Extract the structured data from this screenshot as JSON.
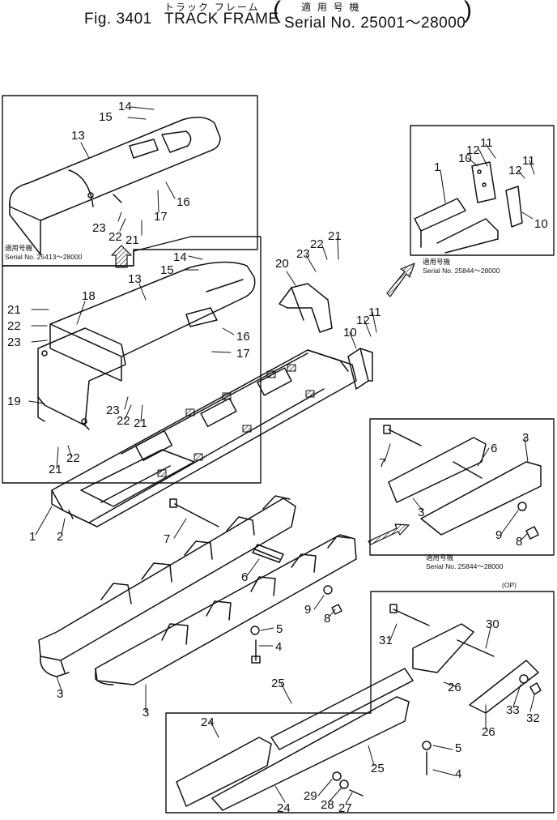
{
  "header": {
    "fig_label": "Fig. 3401",
    "title_en": "TRACK FRAME",
    "title_kana": "トラック フレーム",
    "serial_kana": "適 用 号 機",
    "serial_range": "Serial No. 25001～28000"
  },
  "notes": {
    "serial_kana": "適用号機",
    "inset_top_left": "Serial No. 25413～28000",
    "inset_top_right": "Serial No. 25844～28000",
    "inset_mid_right": "Serial No. 25844～28000",
    "op_label": "(OP)"
  },
  "parts": [
    {
      "id": "c14a",
      "label": "14"
    },
    {
      "id": "c15a",
      "label": "15"
    },
    {
      "id": "c13a",
      "label": "13"
    },
    {
      "id": "c16a",
      "label": "16"
    },
    {
      "id": "c17a",
      "label": "17"
    },
    {
      "id": "c23a",
      "label": "23"
    },
    {
      "id": "c22a",
      "label": "22"
    },
    {
      "id": "c21a",
      "label": "21"
    },
    {
      "id": "c14b",
      "label": "14"
    },
    {
      "id": "c15b",
      "label": "15"
    },
    {
      "id": "c13b",
      "label": "13"
    },
    {
      "id": "c18",
      "label": "18"
    },
    {
      "id": "c21b",
      "label": "21"
    },
    {
      "id": "c22b",
      "label": "22"
    },
    {
      "id": "c23b",
      "label": "23"
    },
    {
      "id": "c16b",
      "label": "16"
    },
    {
      "id": "c17b",
      "label": "17"
    },
    {
      "id": "c19",
      "label": "19"
    },
    {
      "id": "c23c",
      "label": "23"
    },
    {
      "id": "c22c",
      "label": "22"
    },
    {
      "id": "c21c",
      "label": "21"
    },
    {
      "id": "c22d",
      "label": "22"
    },
    {
      "id": "c21d",
      "label": "21"
    },
    {
      "id": "c20",
      "label": "20"
    },
    {
      "id": "c23d",
      "label": "23"
    },
    {
      "id": "c22e",
      "label": "22"
    },
    {
      "id": "c21e",
      "label": "21"
    },
    {
      "id": "c10a",
      "label": "10"
    },
    {
      "id": "c12a",
      "label": "12"
    },
    {
      "id": "c11a",
      "label": "11"
    },
    {
      "id": "c1a",
      "label": "1"
    },
    {
      "id": "c10b",
      "label": "10"
    },
    {
      "id": "c12b",
      "label": "12"
    },
    {
      "id": "c11b",
      "label": "11"
    },
    {
      "id": "c12c",
      "label": "12"
    },
    {
      "id": "c11c",
      "label": "11"
    },
    {
      "id": "c10c",
      "label": "10"
    },
    {
      "id": "c1b",
      "label": "1"
    },
    {
      "id": "c2",
      "label": "2"
    },
    {
      "id": "c7a",
      "label": "7"
    },
    {
      "id": "c6a",
      "label": "6"
    },
    {
      "id": "c9a",
      "label": "9"
    },
    {
      "id": "c8a",
      "label": "8"
    },
    {
      "id": "c5a",
      "label": "5"
    },
    {
      "id": "c4a",
      "label": "4"
    },
    {
      "id": "c3a",
      "label": "3"
    },
    {
      "id": "c3b",
      "label": "3"
    },
    {
      "id": "c7b",
      "label": "7"
    },
    {
      "id": "c6b",
      "label": "6"
    },
    {
      "id": "c3c",
      "label": "3"
    },
    {
      "id": "c3d",
      "label": "3"
    },
    {
      "id": "c9b",
      "label": "9"
    },
    {
      "id": "c8b",
      "label": "8"
    },
    {
      "id": "c31",
      "label": "31"
    },
    {
      "id": "c30",
      "label": "30"
    },
    {
      "id": "c25a",
      "label": "25"
    },
    {
      "id": "c26a",
      "label": "26"
    },
    {
      "id": "c26b",
      "label": "26"
    },
    {
      "id": "c33",
      "label": "33"
    },
    {
      "id": "c32",
      "label": "32"
    },
    {
      "id": "c24a",
      "label": "24"
    },
    {
      "id": "c5b",
      "label": "5"
    },
    {
      "id": "c25b",
      "label": "25"
    },
    {
      "id": "c4b",
      "label": "4"
    },
    {
      "id": "c29",
      "label": "29"
    },
    {
      "id": "c28",
      "label": "28"
    },
    {
      "id": "c27",
      "label": "27"
    },
    {
      "id": "c24b",
      "label": "24"
    }
  ]
}
